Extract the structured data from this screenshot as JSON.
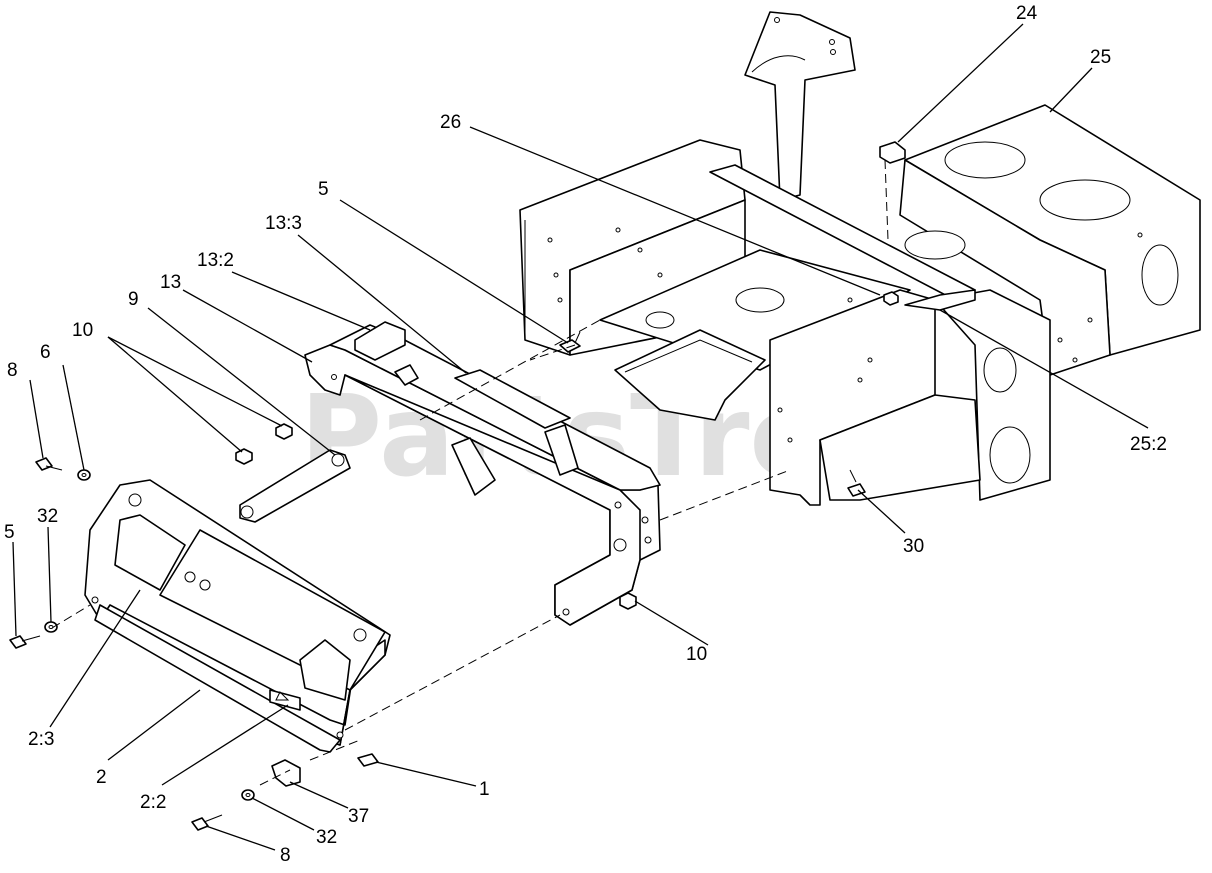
{
  "watermark": "PartsTree",
  "callouts": {
    "c1": "1",
    "c2": "2",
    "c2_2": "2:2",
    "c2_3": "2:3",
    "c5a": "5",
    "c5b": "5",
    "c6": "6",
    "c8a": "8",
    "c8b": "8",
    "c9": "9",
    "c10a": "10",
    "c10b": "10",
    "c13": "13",
    "c13_2": "13:2",
    "c13_3": "13:3",
    "c24": "24",
    "c25": "25",
    "c25_2": "25:2",
    "c26": "26",
    "c30": "30",
    "c32a": "32",
    "c32b": "32",
    "c37": "37"
  }
}
